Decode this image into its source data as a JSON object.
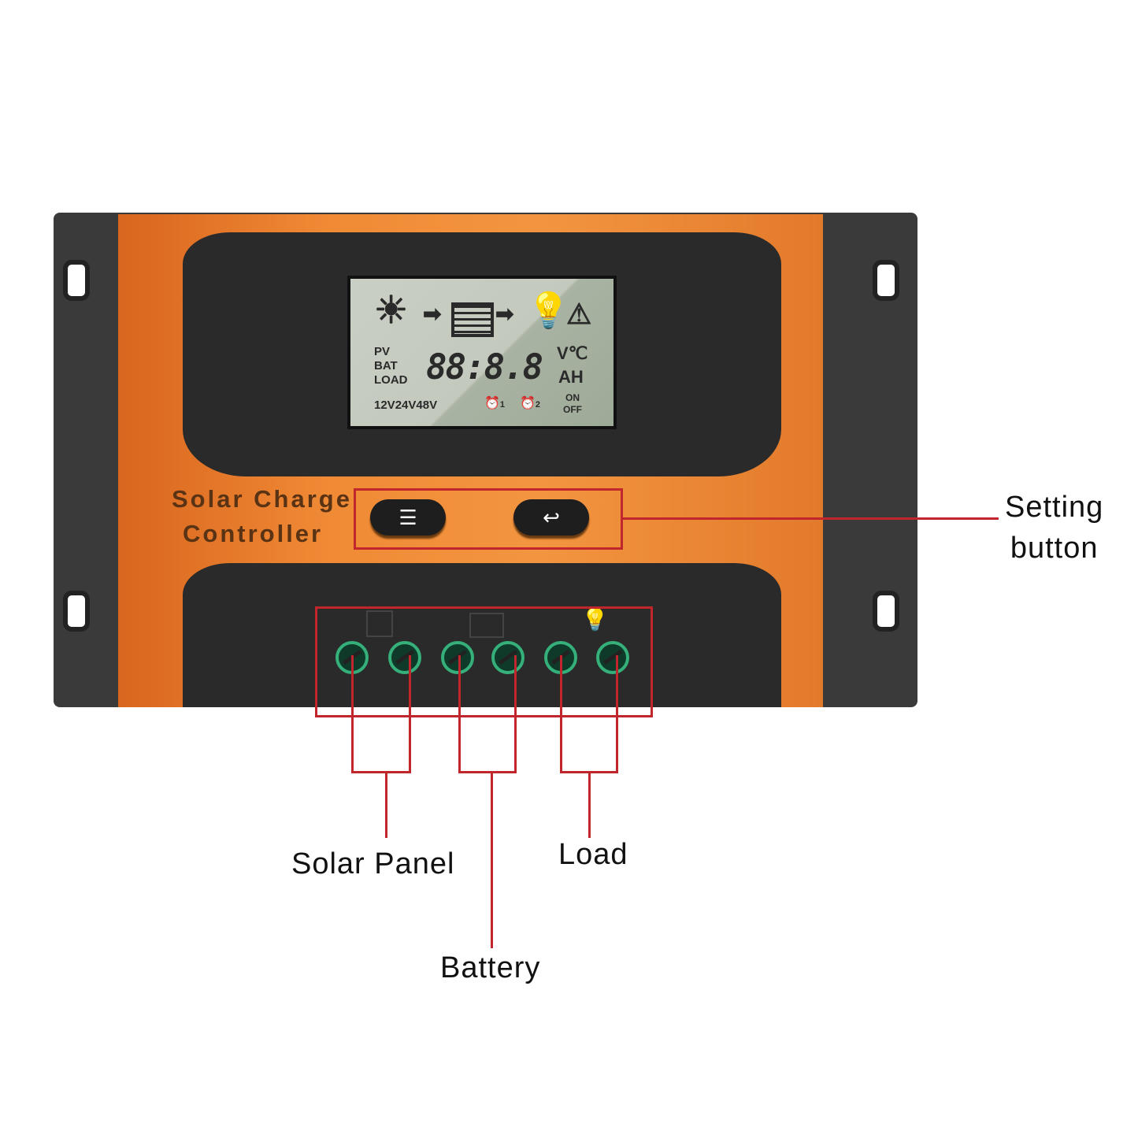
{
  "device": {
    "brand_text_line1": "Solar Charge",
    "brand_text_line2": "Controller",
    "lcd": {
      "source_labels": [
        "PV",
        "BAT",
        "LOAD"
      ],
      "digits": "88:8.8",
      "units_top": "V℃",
      "units_bottom": "AH",
      "voltages": "12V24V48V",
      "timer1": "1",
      "timer2": "2",
      "on": "ON",
      "off": "OFF",
      "icons": [
        "sun-icon",
        "arrow-icon",
        "battery-icon",
        "arrow-icon",
        "bulb-icon",
        "warning-icon"
      ]
    },
    "buttons": [
      {
        "name": "menu-button",
        "icon": "menu-icon",
        "glyph": "☰"
      },
      {
        "name": "return-button",
        "icon": "return-icon",
        "glyph": "↩"
      }
    ]
  },
  "callouts": {
    "setting_button_line1": "Setting",
    "setting_button_line2": "button",
    "solar_panel": "Solar Panel",
    "battery": "Battery",
    "load": "Load"
  },
  "colors": {
    "accent_red": "#c0262b",
    "body_orange": "#f08a35",
    "terminal_green": "#36b07a"
  }
}
